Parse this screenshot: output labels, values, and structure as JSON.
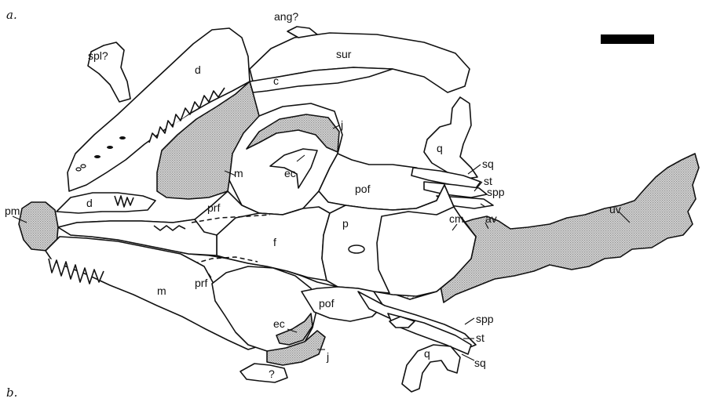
{
  "panel_labels": {
    "a": "a.",
    "b": "b."
  },
  "labels": {
    "ang": "ang?",
    "sur": "sur",
    "spl": "spl?",
    "d_upper": "d",
    "c": "c",
    "j_upper": "j",
    "q_upper": "q",
    "m_upper": "m",
    "ec_upper": "ec",
    "sq_upper": "sq",
    "st_upper": "st",
    "spp_upper": "spp",
    "pof_upper": "pof",
    "uv": "uv",
    "pm": "pm",
    "d_lower": "d",
    "prf_upper": "prf",
    "av": "av",
    "cm": "cm",
    "p": "p",
    "f": "f",
    "prf_lower": "prf",
    "m_lower": "m",
    "pof_lower": "pof",
    "spp_lower": "spp",
    "ec_lower": "ec",
    "st_lower": "st",
    "j_lower": "j",
    "q_lower": "q",
    "sq_lower": "sq",
    "unknown": "?"
  },
  "fills": {
    "line": "#111111",
    "bone": "#ffffff",
    "stipple": "#9a9a9a",
    "scale_bar": "#000000"
  }
}
